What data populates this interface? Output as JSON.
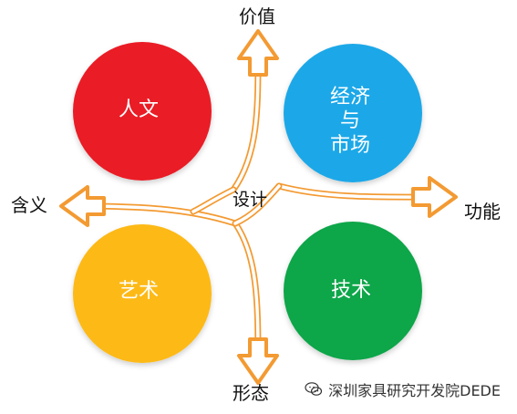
{
  "diagram": {
    "labels": {
      "top": "价值",
      "left": "含义",
      "right": "功能",
      "bottom": "形态",
      "center": "设计"
    },
    "circles": {
      "top_left": {
        "text": "人文",
        "color": "#ea1d25"
      },
      "top_right": {
        "line1": "经济",
        "line2": "与",
        "line3": "市场",
        "color": "#1ea8e8"
      },
      "bottom_left": {
        "text": "艺术",
        "color": "#fdb913"
      },
      "bottom_right": {
        "text": "技术",
        "color": "#11a64a"
      }
    },
    "arrow_color": "#f39a32"
  },
  "watermark": {
    "text": "深圳家具研究开发院DEDE",
    "icon": "wechat-icon"
  }
}
